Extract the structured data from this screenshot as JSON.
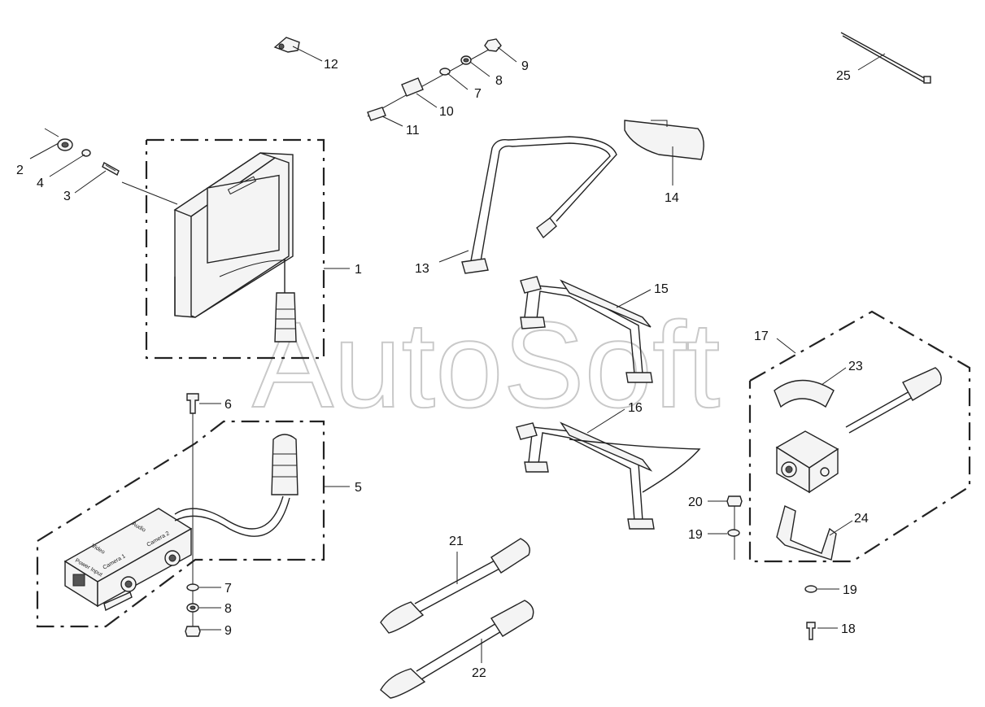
{
  "watermark": "AutoSoft",
  "callouts": {
    "c1": "1",
    "c2": "2",
    "c3": "3",
    "c4": "4",
    "c5": "5",
    "c6": "6",
    "c7a": "7",
    "c8a": "8",
    "c9a": "9",
    "c10": "10",
    "c11": "11",
    "c12": "12",
    "c7b": "7",
    "c8b": "8",
    "c9b": "9",
    "c13": "13",
    "c14": "14",
    "c15": "15",
    "c16": "16",
    "c17": "17",
    "c18": "18",
    "c19a": "19",
    "c19b": "19",
    "c20": "20",
    "c21": "21",
    "c22": "22",
    "c23": "23",
    "c24": "24",
    "c25": "25"
  },
  "control_box": {
    "power": "Power Input",
    "video": "Video",
    "audio": "Audio",
    "camera1": "Camera 1",
    "camera2": "Camera 2"
  }
}
